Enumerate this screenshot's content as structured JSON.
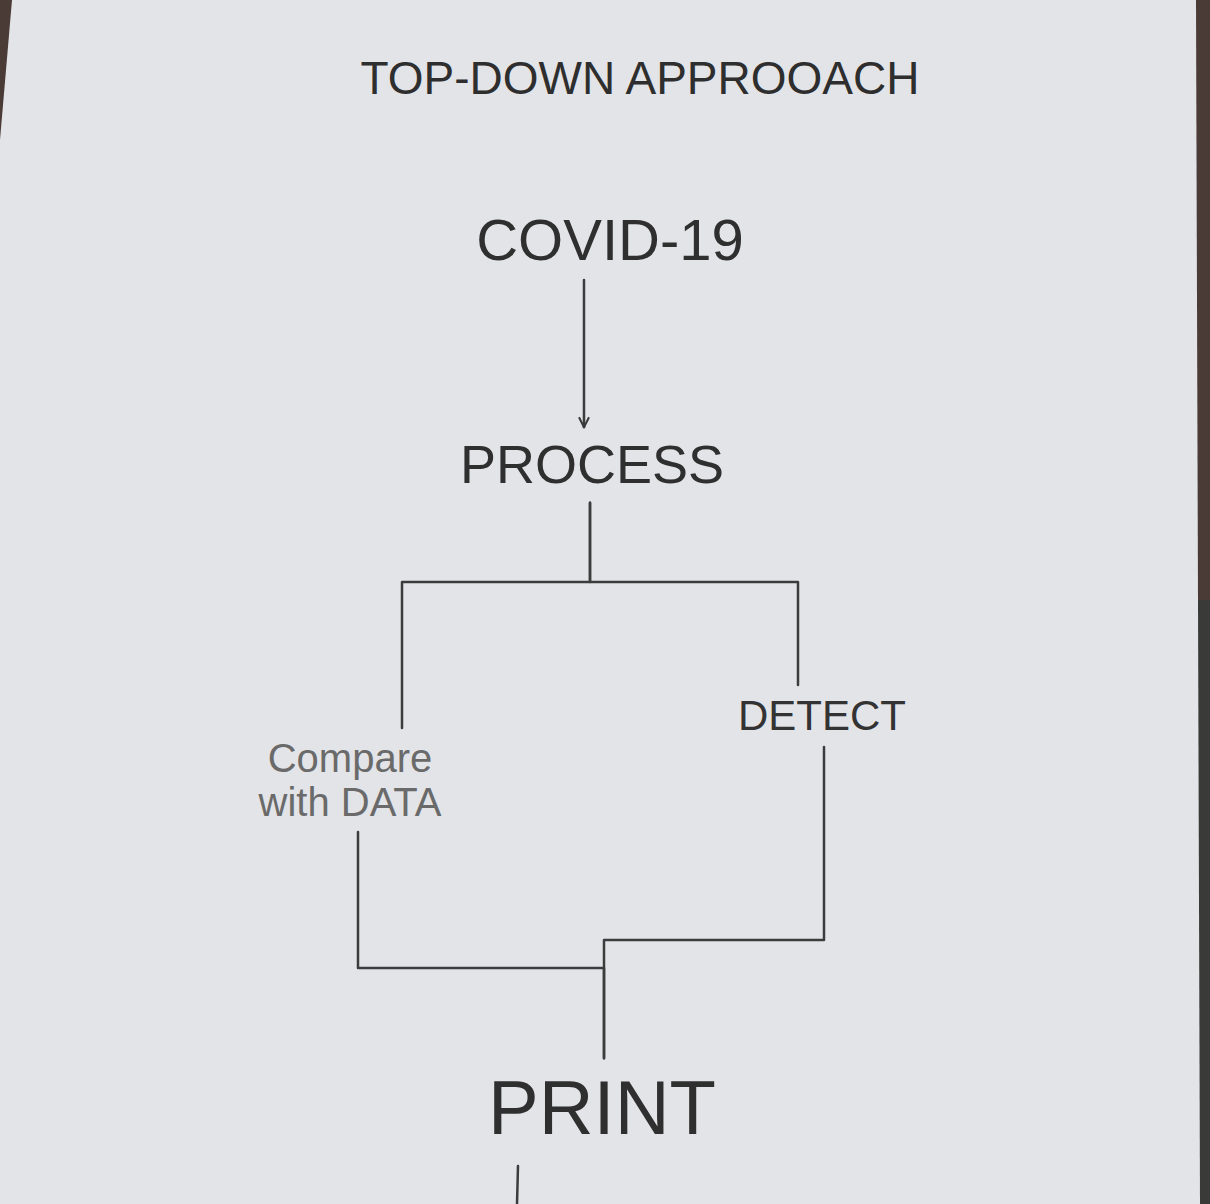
{
  "diagram": {
    "title": "TOP-DOWN APPROOACH",
    "nodes": [
      {
        "text": [
          "COVID-19"
        ]
      },
      {
        "text": [
          "PROCESS"
        ]
      },
      {
        "text": [
          "Compare with DATA"
        ]
      },
      {
        "text": [
          "DETECT"
        ]
      },
      {
        "text": [
          "PRINT"
        ]
      }
    ],
    "edges": [
      {
        "from": 0,
        "to": 1,
        "arrow": "to"
      },
      {
        "from": 1,
        "to": 2,
        "arrow": "none"
      },
      {
        "from": 1,
        "to": 3,
        "arrow": "none"
      },
      {
        "from": 2,
        "to": 4,
        "arrow": "none"
      },
      {
        "from": 3,
        "to": 4,
        "arrow": "none"
      }
    ]
  }
}
